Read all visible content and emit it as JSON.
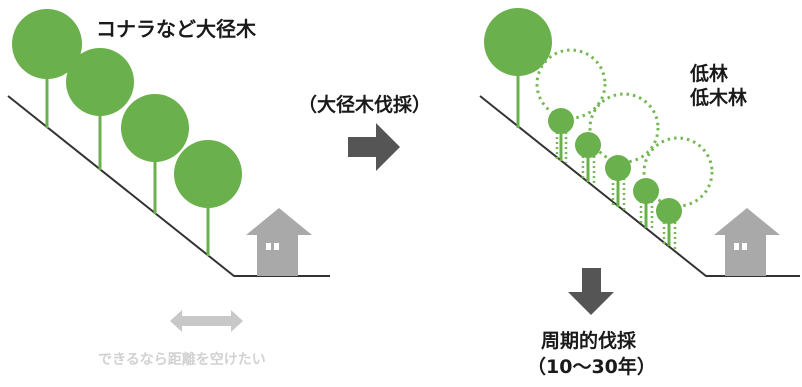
{
  "labels": {
    "left_title": "コナラなど大径木",
    "cutting": "（大径木伐採）",
    "low_forest_1": "低林",
    "low_forest_2": "低木林",
    "distance_note": "できるなら距離を空けたい",
    "periodic_cutting": "周期的伐採",
    "period_years": "（10〜30年）"
  },
  "colors": {
    "tree_green": "#6ab04c",
    "outline_green": "#76b856",
    "slope_line": "#333333",
    "arrow_dark": "#555555",
    "house_gray": "#a9a9a9",
    "distance_arrow": "#c8c8c8",
    "distance_text": "#d2d2d2"
  },
  "icons": [
    "house-icon",
    "right-arrow-icon",
    "down-arrow-icon",
    "double-arrow-icon"
  ]
}
